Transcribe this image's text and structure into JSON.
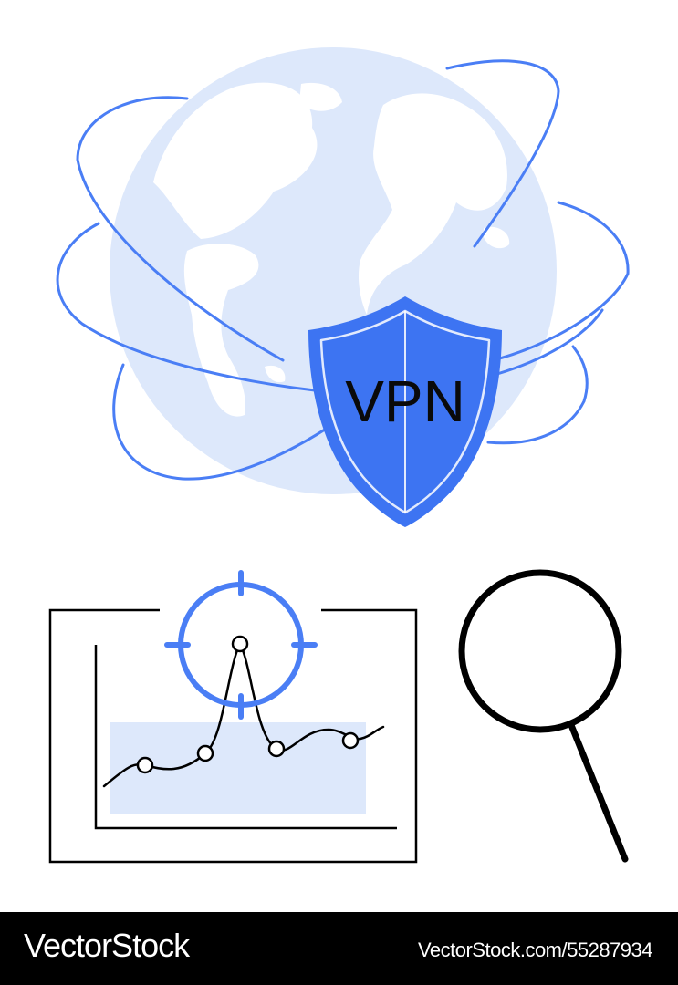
{
  "shield": {
    "label": "VPN"
  },
  "footer": {
    "brand": "VectorStock",
    "url": "VectorStock.com/55287934"
  },
  "colors": {
    "globe": "#dde8fb",
    "accent": "#4a7ef5",
    "shield_fill": "#3d74f2",
    "ink": "#000000",
    "chart_area": "#dde8fb",
    "footer_bg": "#000000"
  },
  "icons": [
    "globe-icon",
    "orbit-rings-icon",
    "shield-icon",
    "target-crosshair-icon",
    "line-chart-icon",
    "magnifying-glass-icon"
  ]
}
